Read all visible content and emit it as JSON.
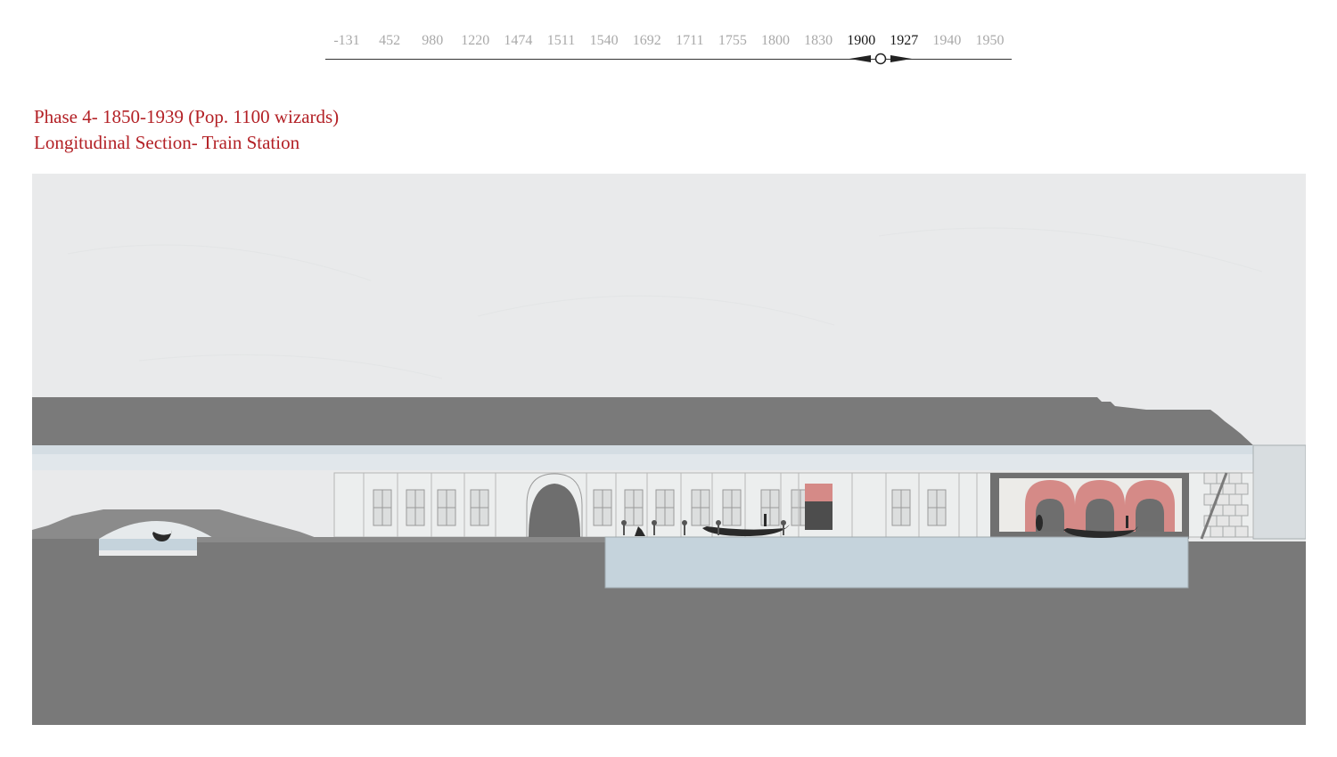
{
  "timeline": {
    "years": [
      "-131",
      "452",
      "980",
      "1220",
      "1474",
      "1511",
      "1540",
      "1692",
      "1711",
      "1755",
      "1800",
      "1830",
      "1900",
      "1927",
      "1940",
      "1950"
    ],
    "highlighted": [
      "1900",
      "1927"
    ],
    "colors": {
      "inactive": "#a9a9a9",
      "active": "#1a1a1a",
      "line": "#333333"
    }
  },
  "heading": {
    "phase_line": "Phase 4- 1850-1939 (Pop. 1100 wizards)",
    "section_line": "Longitudinal Section- Train Station",
    "color": "#b32025"
  },
  "drawing": {
    "colors": {
      "sky": "#e9eaeb",
      "roof": "#7a7a7a",
      "ground": "#797979",
      "glass_band": "#d4dde3",
      "facade": "#eceeee",
      "water": "#c5d3dc",
      "accent_red": "#d58a87",
      "window": "#cfd1d1",
      "figure": "#2a2a2a"
    }
  }
}
